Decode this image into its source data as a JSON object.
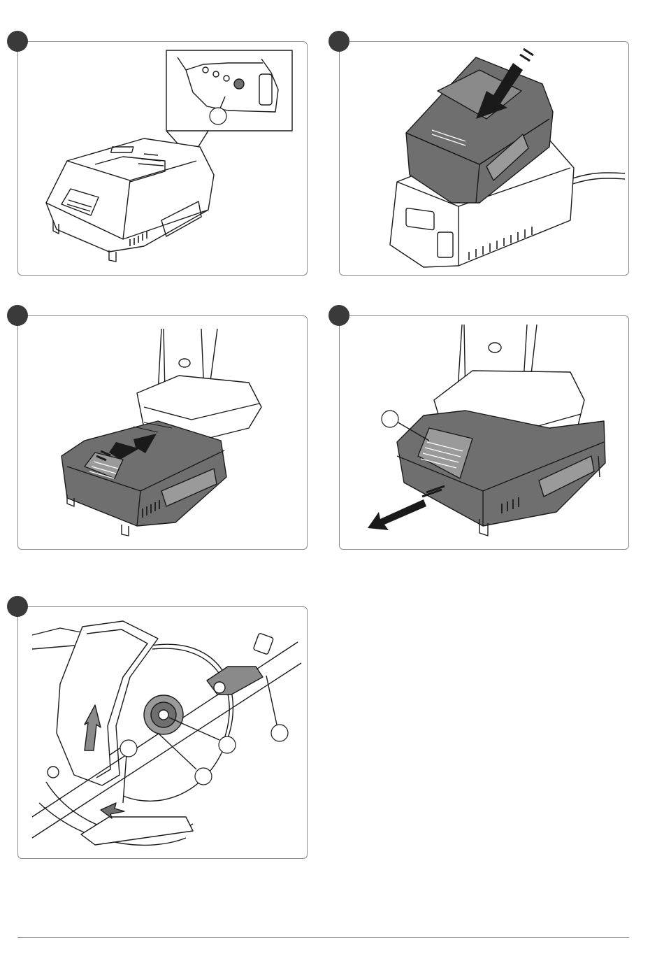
{
  "figures": [
    {
      "id": "fig-1",
      "name": "battery-charge-indicator",
      "callouts": [
        ""
      ]
    },
    {
      "id": "fig-2",
      "name": "battery-insert-into-charger",
      "callouts": []
    },
    {
      "id": "fig-3",
      "name": "battery-insert-into-tool",
      "callouts": []
    },
    {
      "id": "fig-4",
      "name": "battery-release",
      "callouts": [
        ""
      ]
    },
    {
      "id": "fig-5",
      "name": "saw-blade-change",
      "callouts": [
        "",
        "",
        "",
        ""
      ]
    }
  ],
  "colors": {
    "line": "#1a1a1a",
    "dark_fill": "#6f6f6f",
    "mid_fill": "#9a9a9a",
    "light_fill": "#e6e6e6",
    "badge": "#3a3a3a",
    "frame": "#8a8a8a"
  }
}
